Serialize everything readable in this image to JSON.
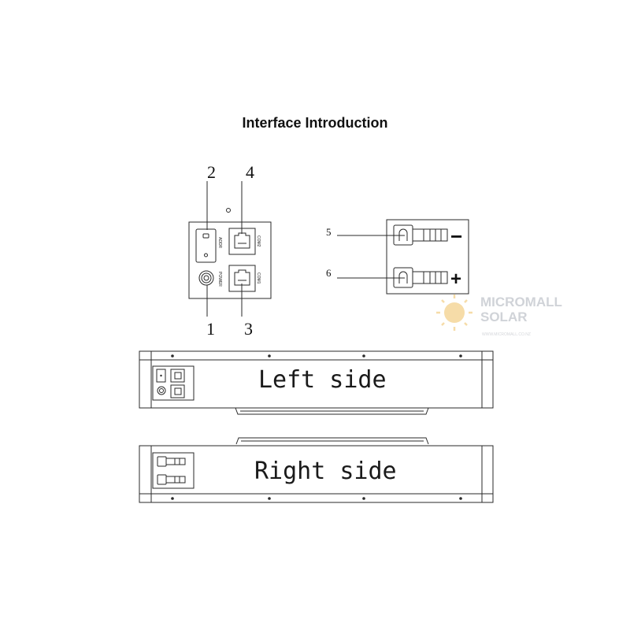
{
  "title": "Interface Introduction",
  "callouts": {
    "n1": "1",
    "n2": "2",
    "n3": "3",
    "n4": "4",
    "n5": "5",
    "n6": "6"
  },
  "port_labels": {
    "addr": "ADDR",
    "com2": "COM2",
    "com1": "COM1",
    "power": "POWER"
  },
  "terminals": {
    "minus": "−",
    "plus": "+"
  },
  "sides": {
    "left": "Left side",
    "right": "Right side"
  },
  "watermark": {
    "line1": "MICROMALL",
    "line2": "SOLAR",
    "url": "WWW.MICROMALL.CO.NZ"
  },
  "colors": {
    "line": "#2a2a2a",
    "watermark": "#d0d3d8",
    "sun": "#f6dca8"
  }
}
